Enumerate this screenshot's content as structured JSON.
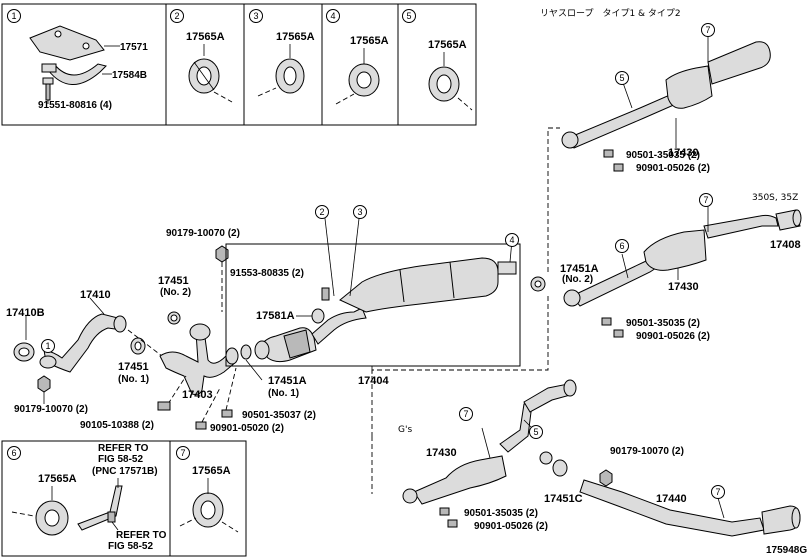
{
  "diagram_id": "175948G",
  "notes": {
    "rear_slope": "リヤスロープ　タイプ1 & タイプ2",
    "variant_350s": "350S, 35Z",
    "variant_gs": "G's"
  },
  "callouts": [
    "1",
    "2",
    "3",
    "4",
    "5",
    "6",
    "7"
  ],
  "insets": {
    "inset1": {
      "index": "1",
      "parts": [
        "17571",
        "17584B",
        "91551-80816 (4)"
      ]
    },
    "inset2": {
      "index": "2",
      "part": "17565A"
    },
    "inset3": {
      "index": "3",
      "part": "17565A"
    },
    "inset4": {
      "index": "4",
      "part": "17565A"
    },
    "inset5": {
      "index": "5",
      "part": "17565A"
    },
    "inset6": {
      "index": "6",
      "part": "17565A",
      "refer1": "REFER TO",
      "refer1b": "FIG 58-52",
      "refer1c": "(PNC 17571B)",
      "refer2": "REFER TO",
      "refer2b": "FIG 58-52"
    },
    "inset7": {
      "index": "7",
      "part": "17565A"
    }
  },
  "labels": {
    "p17410B": "17410B",
    "p17410": "17410",
    "p90179a": "90179-10070 (2)",
    "p90179b": "90179-10070 (2)",
    "p17451": "17451",
    "p17451no2": "(No. 2)",
    "p17451b": "17451",
    "p17451bno1": "(No. 1)",
    "p17403": "17403",
    "p17451A1": "17451A",
    "p17451A1no": "(No. 1)",
    "p90105": "90105-10388 (2)",
    "p90501a": "90501-35037 (2)",
    "p90901a": "90901-05020 (2)",
    "p91553": "91553-80835 (2)",
    "p17581A": "17581A",
    "p17404": "17404",
    "p17451A2": "17451A",
    "p17451A2no": "(No. 2)",
    "p17430a": "17430",
    "p90501b": "90501-35035 (2)",
    "p90901b": "90901-05026 (2)",
    "p17408": "17408",
    "p17430b": "17430",
    "p90501c": "90501-35035 (2)",
    "p90901c": "90901-05026 (2)",
    "p17430c": "17430",
    "p90179c": "90179-10070 (2)",
    "p17451C": "17451C",
    "p90501d": "90501-35035 (2)",
    "p90901d": "90901-05026 (2)",
    "p17440": "17440"
  }
}
